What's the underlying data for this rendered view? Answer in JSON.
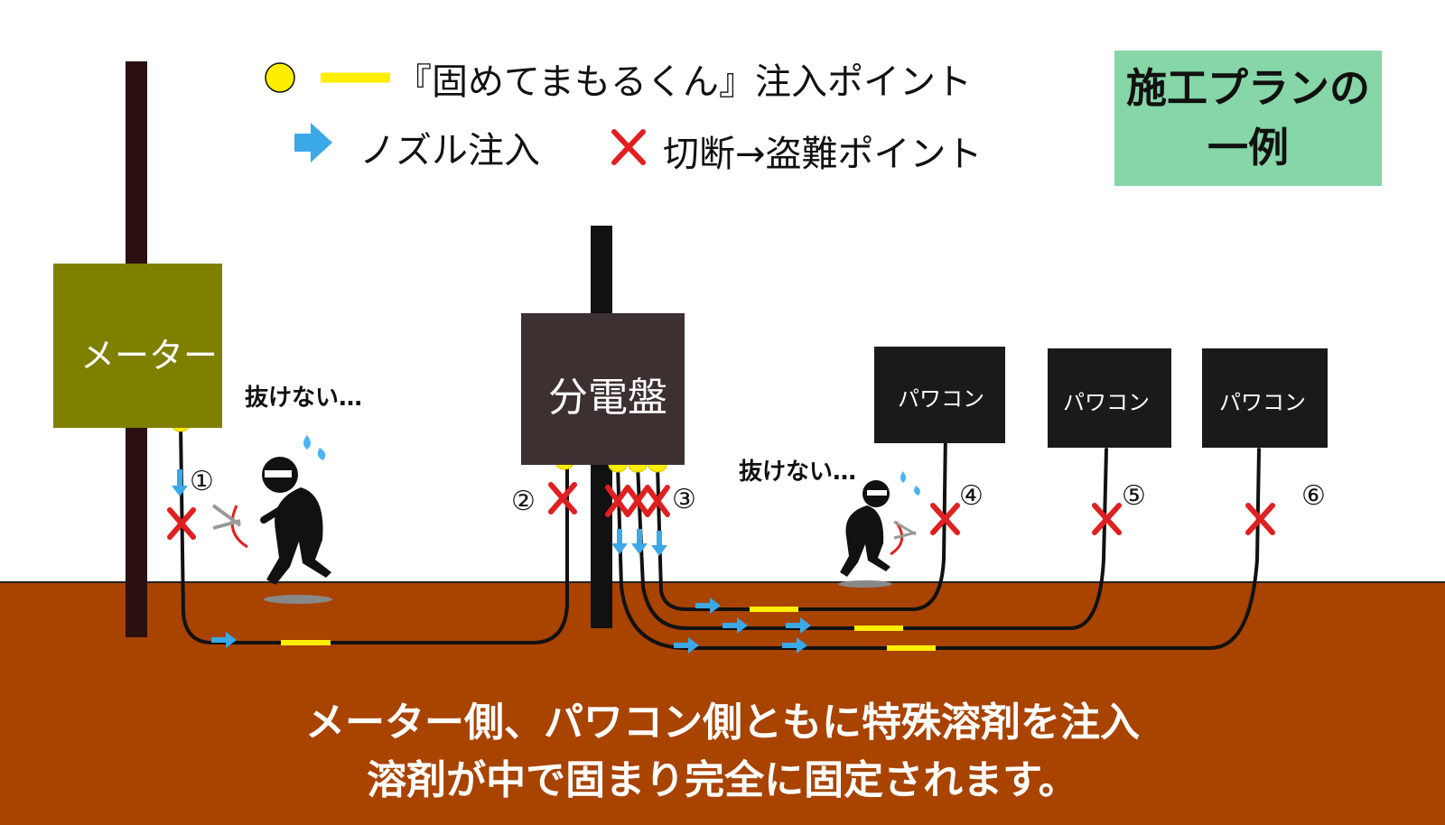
{
  "legend": {
    "injection_point": "『固めてまもるくん』注入ポイント",
    "nozzle": "ノズル注入",
    "cut_theft": "切断→盗難ポイント"
  },
  "plan_badge": "施工プランの\n一例",
  "boxes": {
    "meter": "メーター",
    "panel": "分電盤",
    "pcs1": "パワコン",
    "pcs2": "パワコン",
    "pcs3": "パワコン"
  },
  "points": {
    "p1": "①",
    "p2": "②",
    "p3": "③",
    "p4": "④",
    "p5": "⑤",
    "p6": "⑥"
  },
  "speech": {
    "thief1": "抜けない…",
    "thief2": "抜けない…"
  },
  "caption": {
    "line1": "メーター側、パワコン側ともに特殊溶剤を注入",
    "line2": "溶剤が中で固まり完全に固定されます。"
  },
  "colors": {
    "ground": "#a84300",
    "meter_box": "#7f7f00",
    "panel_box": "#3d3030",
    "pcs_box": "#1a1a1a",
    "injection": "#ffee00",
    "nozzle": "#3ba8e8",
    "cut": "#e02020",
    "badge": "#86d6a8"
  }
}
